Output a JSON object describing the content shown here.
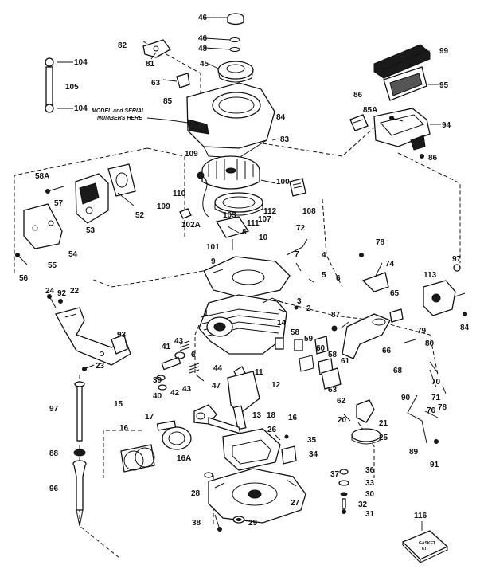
{
  "diagram": {
    "model_note_line1": "MODEL and SERIAL",
    "model_note_line2": "NUMBERS HERE",
    "gasket_kit_line1": "GASKET",
    "gasket_kit_line2": "KIT",
    "callouts": [
      "46",
      "46",
      "48",
      "82",
      "81",
      "45",
      "63",
      "85",
      "104",
      "105",
      "104",
      "99",
      "95",
      "86",
      "85A",
      "94",
      "84",
      "83",
      "86",
      "109",
      "100",
      "110",
      "109",
      "58A",
      "52",
      "57",
      "53",
      "54",
      "55",
      "56",
      "102A",
      "103",
      "107",
      "112",
      "111",
      "8",
      "108",
      "10",
      "101",
      "9",
      "72",
      "7",
      "4",
      "5",
      "6",
      "78",
      "74",
      "97",
      "113",
      "24",
      "92",
      "22",
      "3",
      "2",
      "1",
      "14",
      "87",
      "65",
      "84",
      "79",
      "80",
      "58",
      "59",
      "60",
      "58",
      "61",
      "66",
      "68",
      "93",
      "41",
      "43",
      "6",
      "44",
      "23",
      "11",
      "47",
      "12",
      "70",
      "71",
      "62",
      "63",
      "39",
      "42",
      "43",
      "40",
      "13",
      "18",
      "16",
      "90",
      "78",
      "76",
      "20",
      "21",
      "25",
      "89",
      "91",
      "15",
      "17",
      "16",
      "16A",
      "26",
      "35",
      "34",
      "37",
      "36",
      "33",
      "30",
      "32",
      "31",
      "28",
      "27",
      "38",
      "29",
      "97",
      "88",
      "96",
      "116"
    ]
  }
}
